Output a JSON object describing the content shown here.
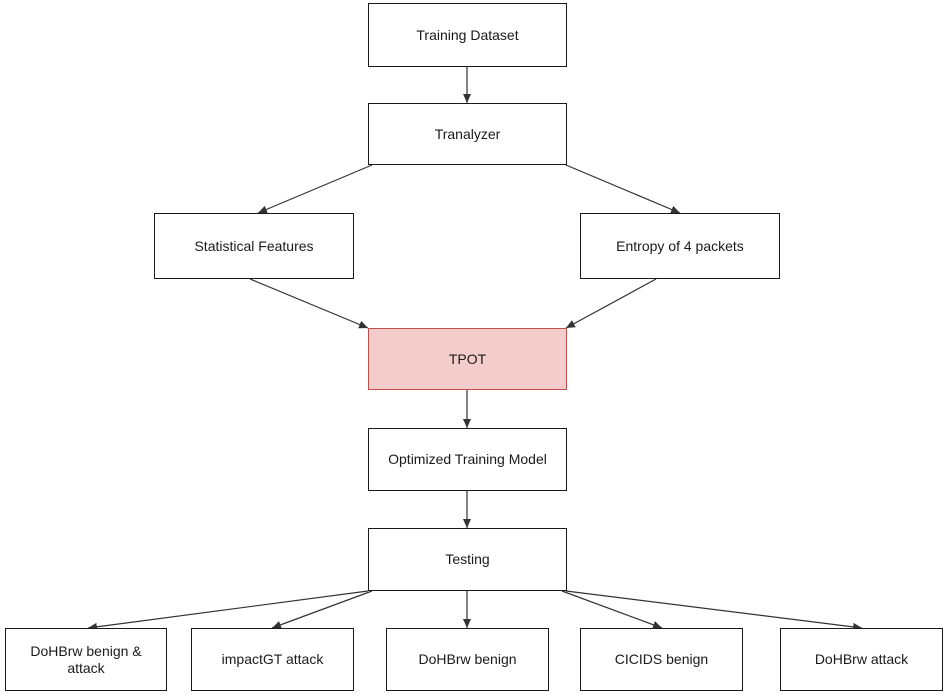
{
  "nodes": {
    "training_dataset": "Training Dataset",
    "tranalyzer": "Tranalyzer",
    "statistical_features": "Statistical Features",
    "entropy": "Entropy of 4 packets",
    "tpot": "TPOT",
    "optimized_model": "Optimized Training Model",
    "testing": "Testing",
    "doh_benign_attack": "DoHBrw benign & attack",
    "impactgt_attack": "impactGT attack",
    "doh_benign": "DoHBrw benign",
    "cicids_benign": "CICIDS benign",
    "doh_attack": "DoHBrw attack"
  },
  "colors": {
    "highlight_fill": "#f5cccc",
    "highlight_stroke": "#c0504d",
    "line": "#333333"
  }
}
